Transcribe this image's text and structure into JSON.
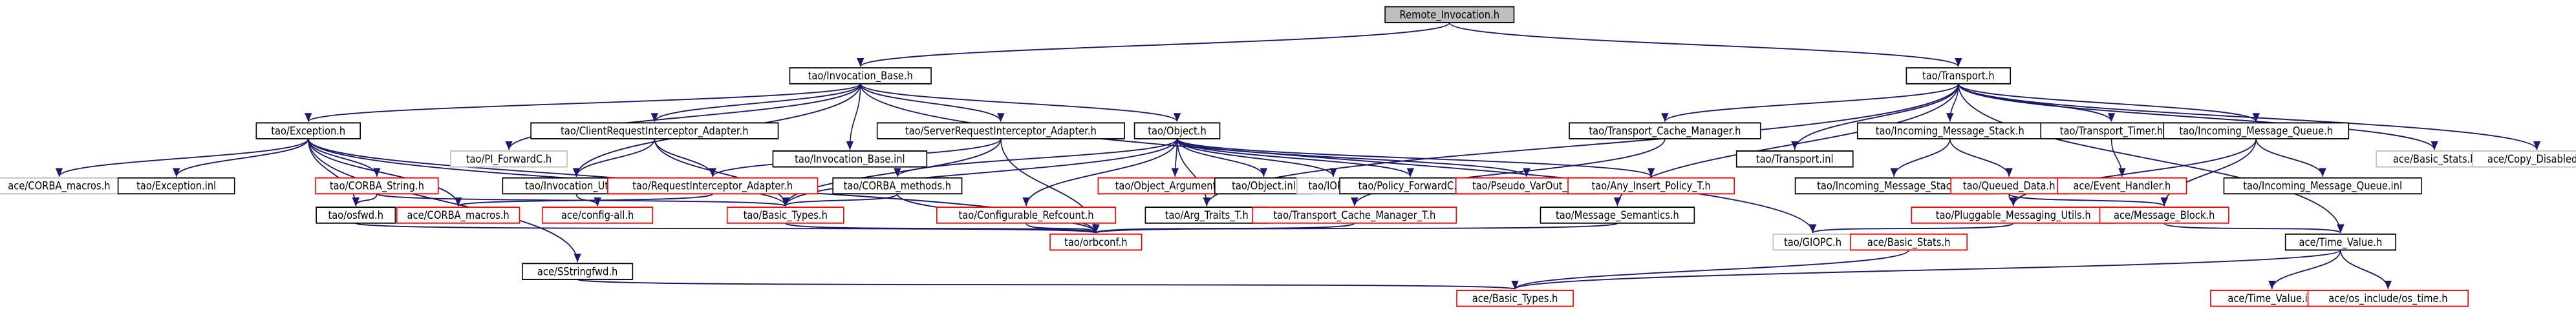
{
  "colors": {
    "edge": "#191970",
    "node_border_default": "#000000",
    "node_border_incomplete": "#ff0000",
    "node_border_external": "#bfbfbf",
    "node_fill_root": "#bfbfbf",
    "node_fill": "#ffffff",
    "text": "#000000"
  },
  "nodes": [
    {
      "id": "remote_invocation",
      "label": "Remote_Invocation.h",
      "style": "root"
    },
    {
      "id": "invocation_base",
      "label": "tao/Invocation_Base.h",
      "style": "normal"
    },
    {
      "id": "transport",
      "label": "tao/Transport.h",
      "style": "normal"
    },
    {
      "id": "exception",
      "label": "tao/Exception.h",
      "style": "normal"
    },
    {
      "id": "pi_forwardc",
      "label": "tao/PI_ForwardC.h",
      "style": "external"
    },
    {
      "id": "client_ri_adapter",
      "label": "tao/ClientRequestInterceptor_Adapter.h",
      "style": "normal"
    },
    {
      "id": "invocation_base_inl",
      "label": "tao/Invocation_Base.inl",
      "style": "normal"
    },
    {
      "id": "server_ri_adapter",
      "label": "tao/ServerRequestInterceptor_Adapter.h",
      "style": "normal"
    },
    {
      "id": "object",
      "label": "tao/Object.h",
      "style": "normal"
    },
    {
      "id": "transport_cache_manager",
      "label": "tao/Transport_Cache_Manager.h",
      "style": "normal"
    },
    {
      "id": "transport_inl",
      "label": "tao/Transport.inl",
      "style": "normal"
    },
    {
      "id": "incoming_message_stack",
      "label": "tao/Incoming_Message_Stack.h",
      "style": "normal"
    },
    {
      "id": "transport_timer",
      "label": "tao/Transport_Timer.h",
      "style": "normal"
    },
    {
      "id": "incoming_message_queue",
      "label": "tao/Incoming_Message_Queue.h",
      "style": "normal"
    },
    {
      "id": "basic_stats_ace",
      "label": "ace/Basic_Stats.h",
      "style": "external"
    },
    {
      "id": "copy_disabled",
      "label": "ace/Copy_Disabled.h",
      "style": "external"
    },
    {
      "id": "corba_macros_plain",
      "label": "ace/CORBA_macros.h",
      "style": "external"
    },
    {
      "id": "exception_inl",
      "label": "tao/Exception.inl",
      "style": "normal"
    },
    {
      "id": "corba_string",
      "label": "tao/CORBA_String.h",
      "style": "incomplete"
    },
    {
      "id": "invocation_utils",
      "label": "tao/Invocation_Utils.h",
      "style": "normal"
    },
    {
      "id": "requestinterceptor_adapter",
      "label": "tao/RequestInterceptor_Adapter.h",
      "style": "incomplete"
    },
    {
      "id": "corba_methods",
      "label": "tao/CORBA_methods.h",
      "style": "normal"
    },
    {
      "id": "object_argument_t",
      "label": "tao/Object_Argument_T.h",
      "style": "incomplete"
    },
    {
      "id": "object_inl",
      "label": "tao/Object.inl",
      "style": "normal"
    },
    {
      "id": "iopc",
      "label": "tao/IOPC.h",
      "style": "external"
    },
    {
      "id": "policy_forwardc",
      "label": "tao/Policy_ForwardC.h",
      "style": "normal"
    },
    {
      "id": "pseudo_varout_t",
      "label": "tao/Pseudo_VarOut_T.h",
      "style": "incomplete"
    },
    {
      "id": "any_insert_policy_t",
      "label": "tao/Any_Insert_Policy_T.h",
      "style": "incomplete"
    },
    {
      "id": "incoming_message_stack_inl",
      "label": "tao/Incoming_Message_Stack.inl",
      "style": "normal"
    },
    {
      "id": "queued_data",
      "label": "tao/Queued_Data.h",
      "style": "incomplete"
    },
    {
      "id": "event_handler",
      "label": "ace/Event_Handler.h",
      "style": "incomplete"
    },
    {
      "id": "incoming_message_queue_inl",
      "label": "tao/Incoming_Message_Queue.inl",
      "style": "normal"
    },
    {
      "id": "osfwd",
      "label": "tao/osfwd.h",
      "style": "normal"
    },
    {
      "id": "ace_corba_macros",
      "label": "ace/CORBA_macros.h",
      "style": "incomplete"
    },
    {
      "id": "config_all",
      "label": "ace/config-all.h",
      "style": "incomplete"
    },
    {
      "id": "basic_types_tao",
      "label": "tao/Basic_Types.h",
      "style": "incomplete"
    },
    {
      "id": "configurable_refcount",
      "label": "tao/Configurable_Refcount.h",
      "style": "incomplete"
    },
    {
      "id": "arg_traits_t",
      "label": "tao/Arg_Traits_T.h",
      "style": "normal"
    },
    {
      "id": "transport_cache_manager_t",
      "label": "tao/Transport_Cache_Manager_T.h",
      "style": "incomplete"
    },
    {
      "id": "message_semantics",
      "label": "tao/Message_Semantics.h",
      "style": "normal"
    },
    {
      "id": "pluggable_messaging_utils",
      "label": "tao/Pluggable_Messaging_Utils.h",
      "style": "incomplete"
    },
    {
      "id": "message_block",
      "label": "ace/Message_Block.h",
      "style": "incomplete"
    },
    {
      "id": "orbconf",
      "label": "tao/orbconf.h",
      "style": "incomplete"
    },
    {
      "id": "giopc",
      "label": "tao/GIOPC.h",
      "style": "external"
    },
    {
      "id": "basic_stats_incomplete",
      "label": "ace/Basic_Stats.h",
      "style": "incomplete"
    },
    {
      "id": "time_value",
      "label": "ace/Time_Value.h",
      "style": "normal"
    },
    {
      "id": "sstringfwd",
      "label": "ace/SStringfwd.h",
      "style": "normal"
    },
    {
      "id": "ace_basic_types",
      "label": "ace/Basic_Types.h",
      "style": "incomplete"
    },
    {
      "id": "time_value_inl",
      "label": "ace/Time_Value.inl",
      "style": "incomplete"
    },
    {
      "id": "os_time",
      "label": "ace/os_include/os_time.h",
      "style": "incomplete"
    }
  ],
  "edges": [
    [
      "remote_invocation",
      "invocation_base"
    ],
    [
      "remote_invocation",
      "transport"
    ],
    [
      "invocation_base",
      "exception"
    ],
    [
      "invocation_base",
      "pi_forwardc"
    ],
    [
      "invocation_base",
      "client_ri_adapter"
    ],
    [
      "invocation_base",
      "invocation_base_inl"
    ],
    [
      "invocation_base",
      "server_ri_adapter"
    ],
    [
      "invocation_base",
      "object"
    ],
    [
      "invocation_base",
      "invocation_utils"
    ],
    [
      "invocation_base",
      "giopc"
    ],
    [
      "transport",
      "transport_cache_manager"
    ],
    [
      "transport",
      "transport_inl"
    ],
    [
      "transport",
      "incoming_message_stack"
    ],
    [
      "transport",
      "transport_timer"
    ],
    [
      "transport",
      "incoming_message_queue"
    ],
    [
      "transport",
      "basic_stats_ace"
    ],
    [
      "transport",
      "copy_disabled"
    ],
    [
      "transport",
      "message_semantics"
    ],
    [
      "transport",
      "time_value"
    ],
    [
      "transport",
      "arg_traits_t"
    ],
    [
      "exception",
      "corba_macros_plain"
    ],
    [
      "exception",
      "exception_inl"
    ],
    [
      "exception",
      "corba_string"
    ],
    [
      "exception",
      "osfwd"
    ],
    [
      "exception",
      "ace_corba_macros"
    ],
    [
      "exception",
      "basic_types_tao"
    ],
    [
      "exception",
      "sstringfwd"
    ],
    [
      "exception",
      "orbconf"
    ],
    [
      "corba_string",
      "osfwd"
    ],
    [
      "corba_string",
      "basic_types_tao"
    ],
    [
      "client_ri_adapter",
      "invocation_utils"
    ],
    [
      "client_ri_adapter",
      "requestinterceptor_adapter"
    ],
    [
      "client_ri_adapter",
      "basic_types_tao"
    ],
    [
      "server_ri_adapter",
      "requestinterceptor_adapter"
    ],
    [
      "server_ri_adapter",
      "basic_types_tao"
    ],
    [
      "server_ri_adapter",
      "orbconf"
    ],
    [
      "invocation_utils",
      "config_all"
    ],
    [
      "requestinterceptor_adapter",
      "ace_corba_macros"
    ],
    [
      "object",
      "corba_methods"
    ],
    [
      "object",
      "object_argument_t"
    ],
    [
      "object",
      "object_inl"
    ],
    [
      "object",
      "iopc"
    ],
    [
      "object",
      "policy_forwardc"
    ],
    [
      "object",
      "pseudo_varout_t"
    ],
    [
      "object",
      "any_insert_policy_t"
    ],
    [
      "object",
      "configurable_refcount"
    ],
    [
      "object",
      "arg_traits_t"
    ],
    [
      "object",
      "basic_types_tao"
    ],
    [
      "corba_methods",
      "basic_types_tao"
    ],
    [
      "corba_methods",
      "orbconf"
    ],
    [
      "basic_types_tao",
      "orbconf"
    ],
    [
      "configurable_refcount",
      "orbconf"
    ],
    [
      "transport_cache_manager",
      "transport_cache_manager_t"
    ],
    [
      "transport_cache_manager_t",
      "orbconf"
    ],
    [
      "message_semantics",
      "orbconf"
    ],
    [
      "incoming_message_stack",
      "incoming_message_stack_inl"
    ],
    [
      "incoming_message_stack",
      "queued_data"
    ],
    [
      "queued_data",
      "pluggable_messaging_utils"
    ],
    [
      "queued_data",
      "message_block"
    ],
    [
      "transport_timer",
      "event_handler"
    ],
    [
      "incoming_message_queue",
      "pluggable_messaging_utils"
    ],
    [
      "incoming_message_queue",
      "message_block"
    ],
    [
      "incoming_message_queue",
      "incoming_message_queue_inl"
    ],
    [
      "pluggable_messaging_utils",
      "giopc"
    ],
    [
      "message_block",
      "time_value"
    ],
    [
      "time_value",
      "ace_basic_types"
    ],
    [
      "time_value",
      "time_value_inl"
    ],
    [
      "time_value",
      "os_time"
    ],
    [
      "sstringfwd",
      "ace_basic_types"
    ],
    [
      "basic_stats_incomplete",
      "ace_basic_types"
    ],
    [
      "osfwd",
      "orbconf"
    ]
  ]
}
